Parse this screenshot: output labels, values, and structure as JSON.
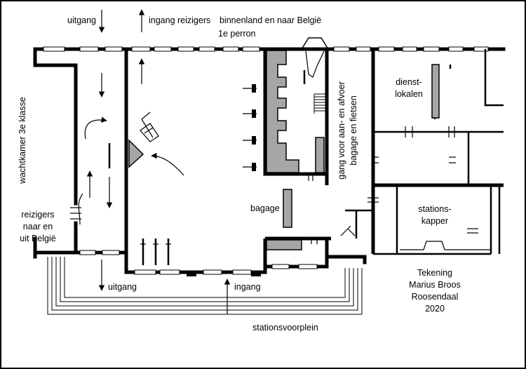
{
  "labels": {
    "uitgang_top": "uitgang",
    "ingang_top": "ingang reizigers",
    "binnenland": "binnenland en naar België",
    "perron": "1e perron",
    "wachtkamer": "wachtkamer 3e klasse",
    "reizigers": [
      "reizigers",
      "naar en",
      "uit België"
    ],
    "bagage": "bagage",
    "gang": [
      "gang voor aan- en afvoer",
      "bagage en fietsen"
    ],
    "dienst": [
      "dienst-",
      "lokalen"
    ],
    "kapper": [
      "stations-",
      "kapper"
    ],
    "tekening": [
      "Tekening",
      "Marius Broos",
      "Roosendaal",
      "2020"
    ],
    "uitgang_bottom": "uitgang",
    "ingang_bottom": "ingang",
    "voorplein": "stationsvoorplein"
  },
  "colors": {
    "wall": "#000000",
    "fill": "#a6a6a6",
    "background": "#ffffff"
  }
}
